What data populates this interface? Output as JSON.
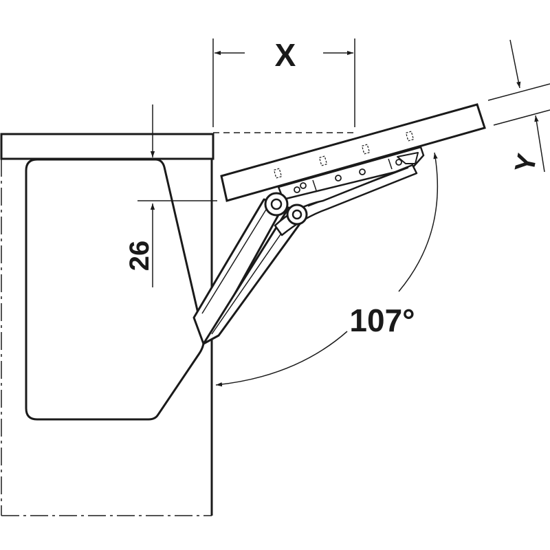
{
  "labels": {
    "dim_x": "X",
    "dim_y": "Y",
    "dim_26": "26",
    "angle": "107°"
  },
  "colors": {
    "ink": "#1a1a1a",
    "background": "#ffffff"
  }
}
